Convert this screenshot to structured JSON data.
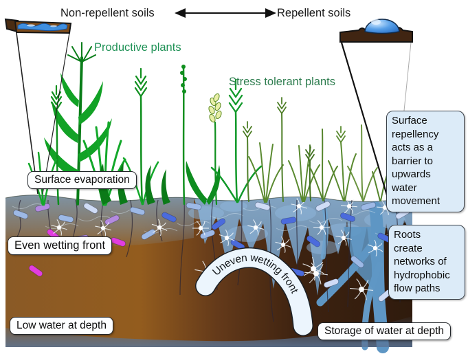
{
  "header": {
    "left_label": "Non-repellent soils",
    "right_label": "Repellent soils"
  },
  "plant_labels": {
    "productive": "Productive plants",
    "stress_tolerant": "Stress tolerant plants"
  },
  "soil_labels": {
    "surface_evaporation": "Surface evaporation",
    "even_wetting_front": "Even wetting front",
    "uneven_wetting_front": "Uneven wetting front",
    "low_water_at_depth": "Low water at depth",
    "storage_of_water_at_depth": "Storage of water at depth"
  },
  "callout_boxes": {
    "surface_repellency": "Surface\nrepellency\nacts as a\nbarrier to\nupwards\nwater\nmovement",
    "roots_network": "Roots\ncreate\nnetworks of\nhydrophobic\nflow paths"
  },
  "icons": {
    "comparison_arrow": "double-headed-arrow",
    "left_core": "soil-core-with-infiltrating-water",
    "right_core": "soil-core-with-beading-droplet"
  },
  "colors": {
    "productive_label": "#1e9155",
    "stress_label": "#2e7d4f",
    "callout_bg": "#dcebf8",
    "wet_soil_blue": "#6f9cc2",
    "dry_soil_brown": "#8a5a26",
    "dark_soil_brown": "#3a2010",
    "water_blue": "#3f8fe0"
  }
}
